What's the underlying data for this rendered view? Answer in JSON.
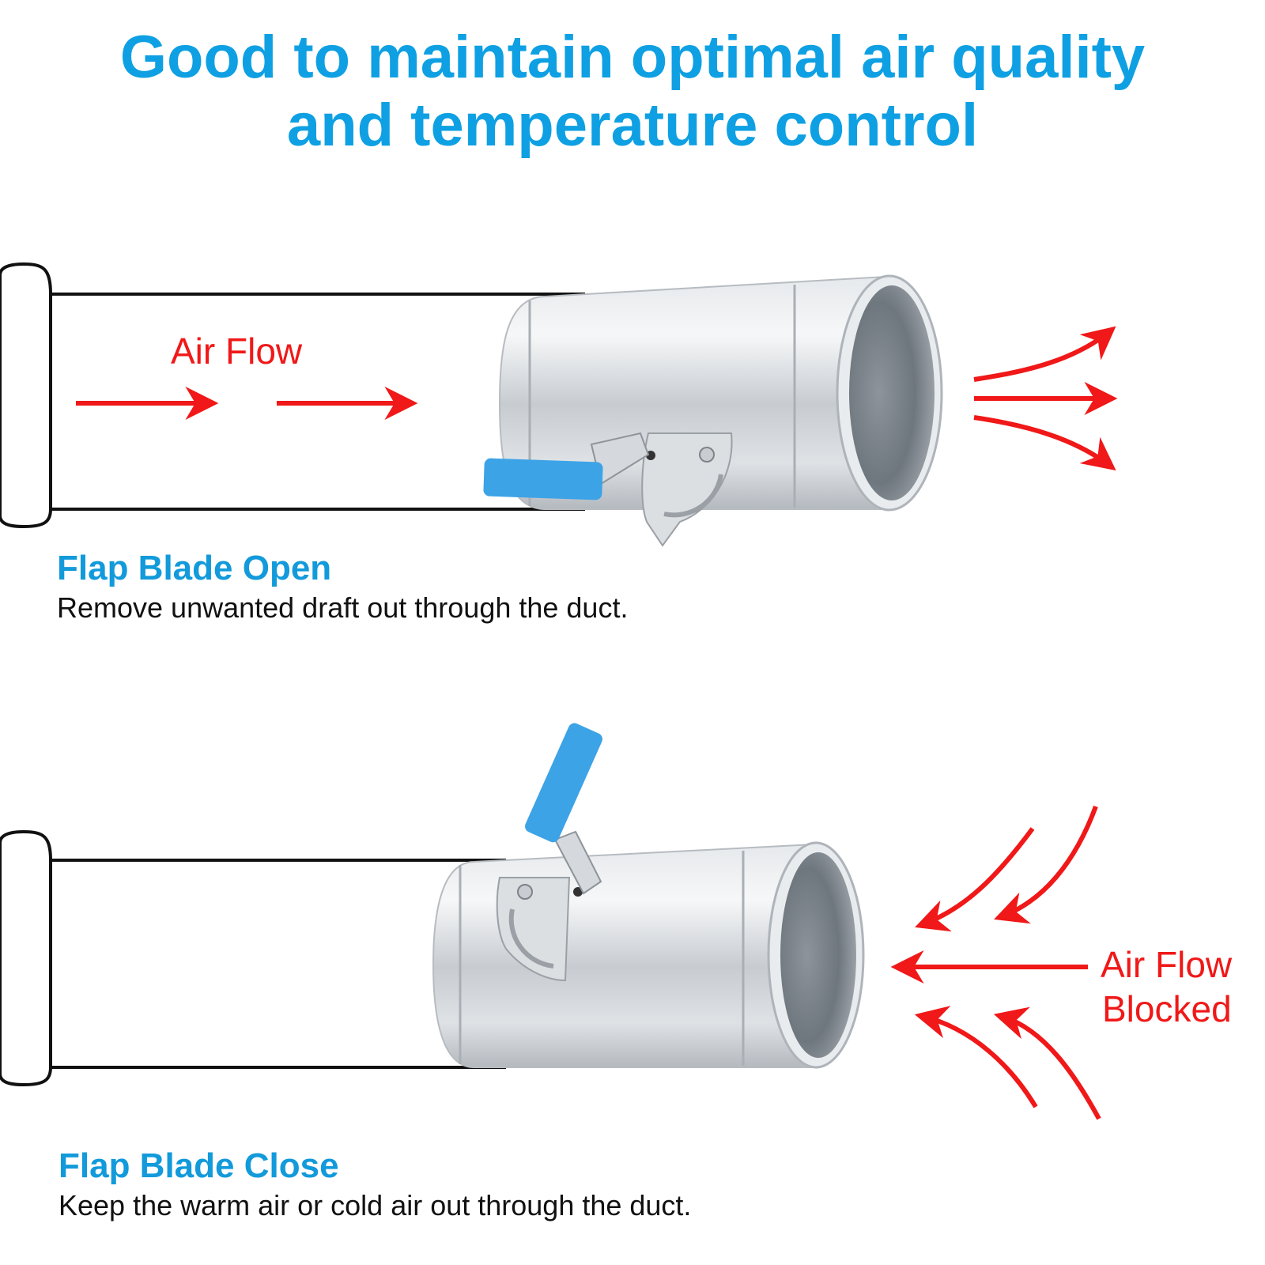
{
  "headline": {
    "line1": "Good to maintain optimal air quality",
    "line2": "and temperature control"
  },
  "panel_open": {
    "title": "Flap Blade Open",
    "description": "Remove unwanted draft out through the duct.",
    "flow_label": "Air Flow",
    "handle_color": "#3ca3e6"
  },
  "panel_close": {
    "title": "Flap Blade Close",
    "description": "Keep the warm air or cold air out through the duct.",
    "blocked_label_line1": "Air Flow",
    "blocked_label_line2": "Blocked",
    "handle_color": "#3ca3e6"
  },
  "colors": {
    "accent_blue": "#0ea0e3",
    "arrow_red": "#f01818",
    "duct_outline": "#111111",
    "metal": "#c9cdd2"
  }
}
